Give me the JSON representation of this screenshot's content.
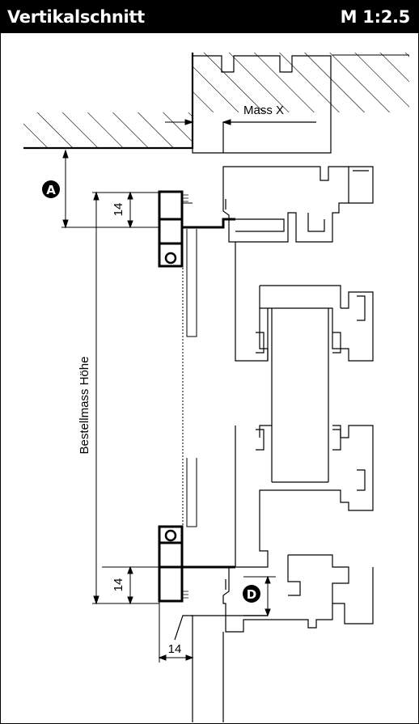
{
  "header": {
    "title": "Vertikalschnitt",
    "scale": "M 1:2.5"
  },
  "labels": {
    "mass_x": "Mass X",
    "bestellmass_hoehe": "Bestellmass Höhe",
    "dim_top": "14",
    "dim_bottom": "14",
    "dim_foot": "14",
    "marker_a": "A",
    "marker_d": "D"
  }
}
